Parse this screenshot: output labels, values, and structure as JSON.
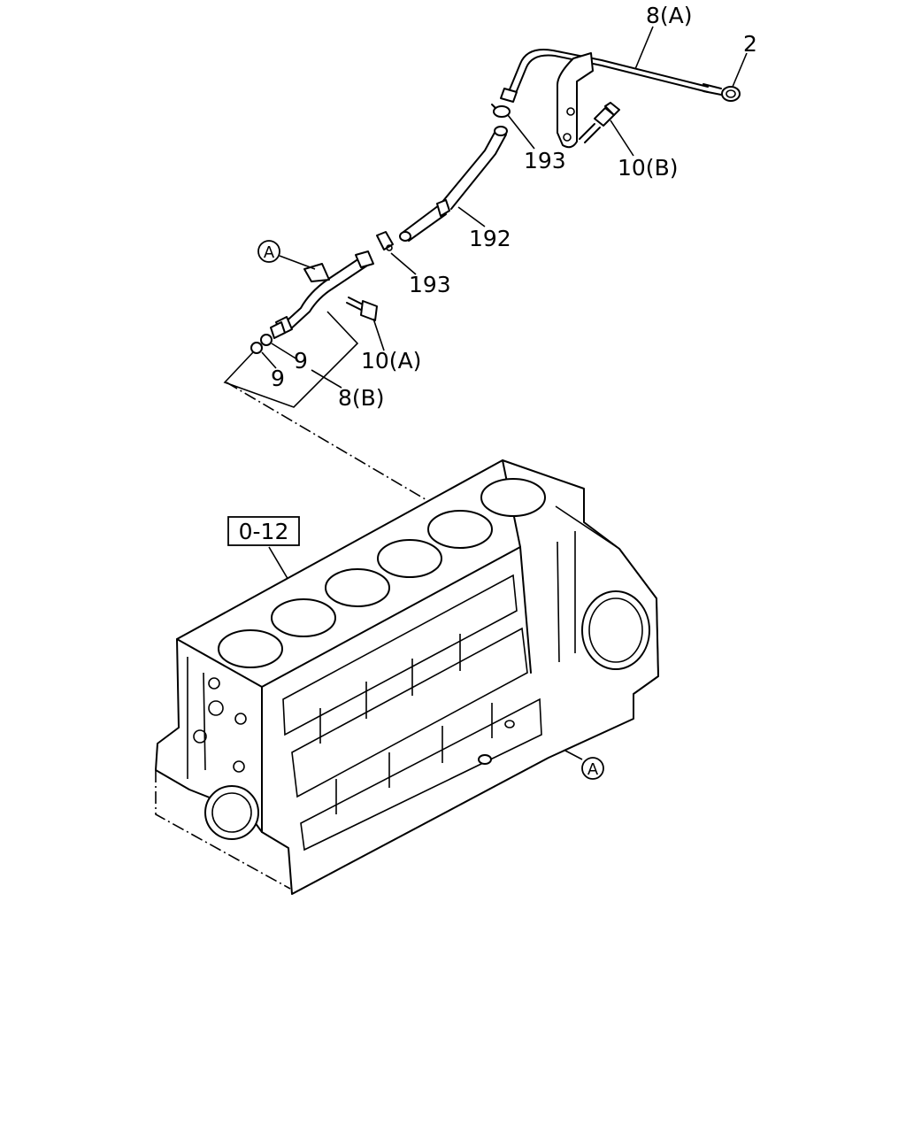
{
  "callouts": {
    "dipstick_guide_a": "8(A)",
    "dipstick": "2",
    "clip_upper": "193",
    "bolt_b": "10(B)",
    "hose": "192",
    "clip_lower": "193",
    "ref_mark_upper": "A",
    "bolt_a": "10(A)",
    "oring_upper": "9",
    "oring_lower": "9",
    "dipstick_guide_b": "8(B)",
    "block_ref": "0-12",
    "ref_mark_lower": "A"
  }
}
